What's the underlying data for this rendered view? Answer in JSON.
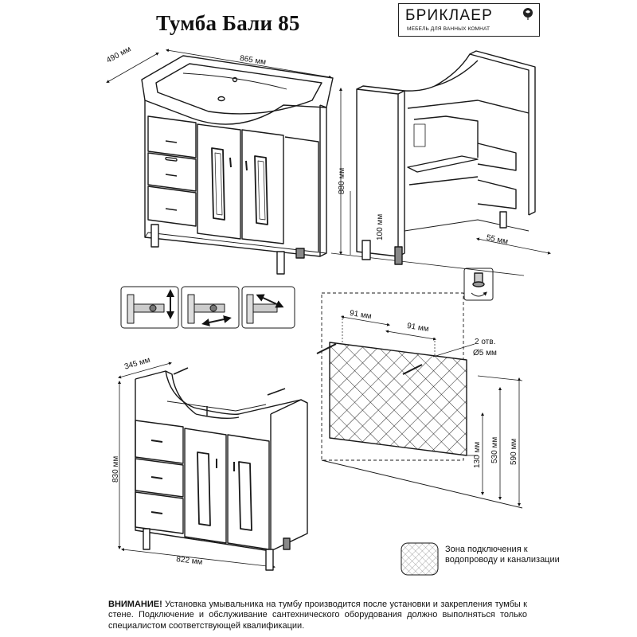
{
  "title": "Тумба Бали 85",
  "logo": {
    "brand": "БРИКЛАЕР",
    "tagline": "МЕБЕЛЬ ДЛЯ ВАННЫХ КОМНАТ",
    "icon": "rose-icon"
  },
  "dimensions": {
    "depth_top": "490 мм",
    "width_top": "865 мм",
    "height_total": "880 мм",
    "leg_height": "100 мм",
    "side_offset": "55 мм",
    "depth_bottom": "345 мм",
    "height_body": "830 мм",
    "width_body": "822 мм",
    "hole_left": "91 мм",
    "hole_right": "91 мм",
    "holes": "2 отв.",
    "hole_diameter": "Ø5 мм",
    "zone_height": "130 мм",
    "zone_width_h": "530 мм",
    "zone_total": "590 мм"
  },
  "legend": {
    "label": "Зона подключения к водопроводу и канализации"
  },
  "note": {
    "warning": "ВНИМАНИЕ!",
    "text": " Установка умывальника на тумбу производится после установки и закрепления тумбы к стене. Подключение и обслуживание сантехнического оборудования должно выполняться только специалистом соответствующей квалификации."
  },
  "colors": {
    "line": "#1a1a1a",
    "shade": "#d9d9d9",
    "dark": "#555555"
  }
}
